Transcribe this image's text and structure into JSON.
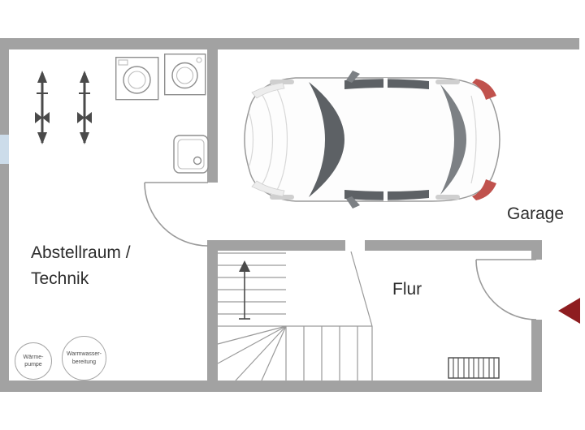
{
  "rooms": {
    "storage": {
      "line1": "Abstellraum /",
      "line2": "Technik"
    },
    "garage": {
      "label": "Garage"
    },
    "hall": {
      "label": "Flur"
    }
  },
  "equipment": {
    "heat_pump": {
      "line1": "Wärme-",
      "line2": "pumpe"
    },
    "hot_water": {
      "line1": "Warmwasser-",
      "line2": "bereitung"
    }
  },
  "icons": {
    "washing_machine": "washing-machine-icon",
    "sink": "sink-icon",
    "heating_riser": "heating-riser-icon",
    "car": "car-top-view-icon",
    "staircase": "staircase-icon",
    "stairs_arrow": "stairs-up-arrow-icon",
    "radiator": "radiator-icon",
    "entrance_arrow": "entrance-arrow-icon",
    "window": "window-icon",
    "door_swing": "door-swing-arc-icon"
  },
  "colors": {
    "wall": "#a2a2a2",
    "text": "#2d2d2d",
    "fixture": "#8e8e8e",
    "stair": "#9a9a9a",
    "symbol-dark": "#4a4a4a",
    "glass": "#5d6165",
    "glass-light": "#7c8084",
    "tail-light": "#c0524d",
    "entrance-arrow": "#8e1d20",
    "window-blue": "#ccdcea"
  }
}
